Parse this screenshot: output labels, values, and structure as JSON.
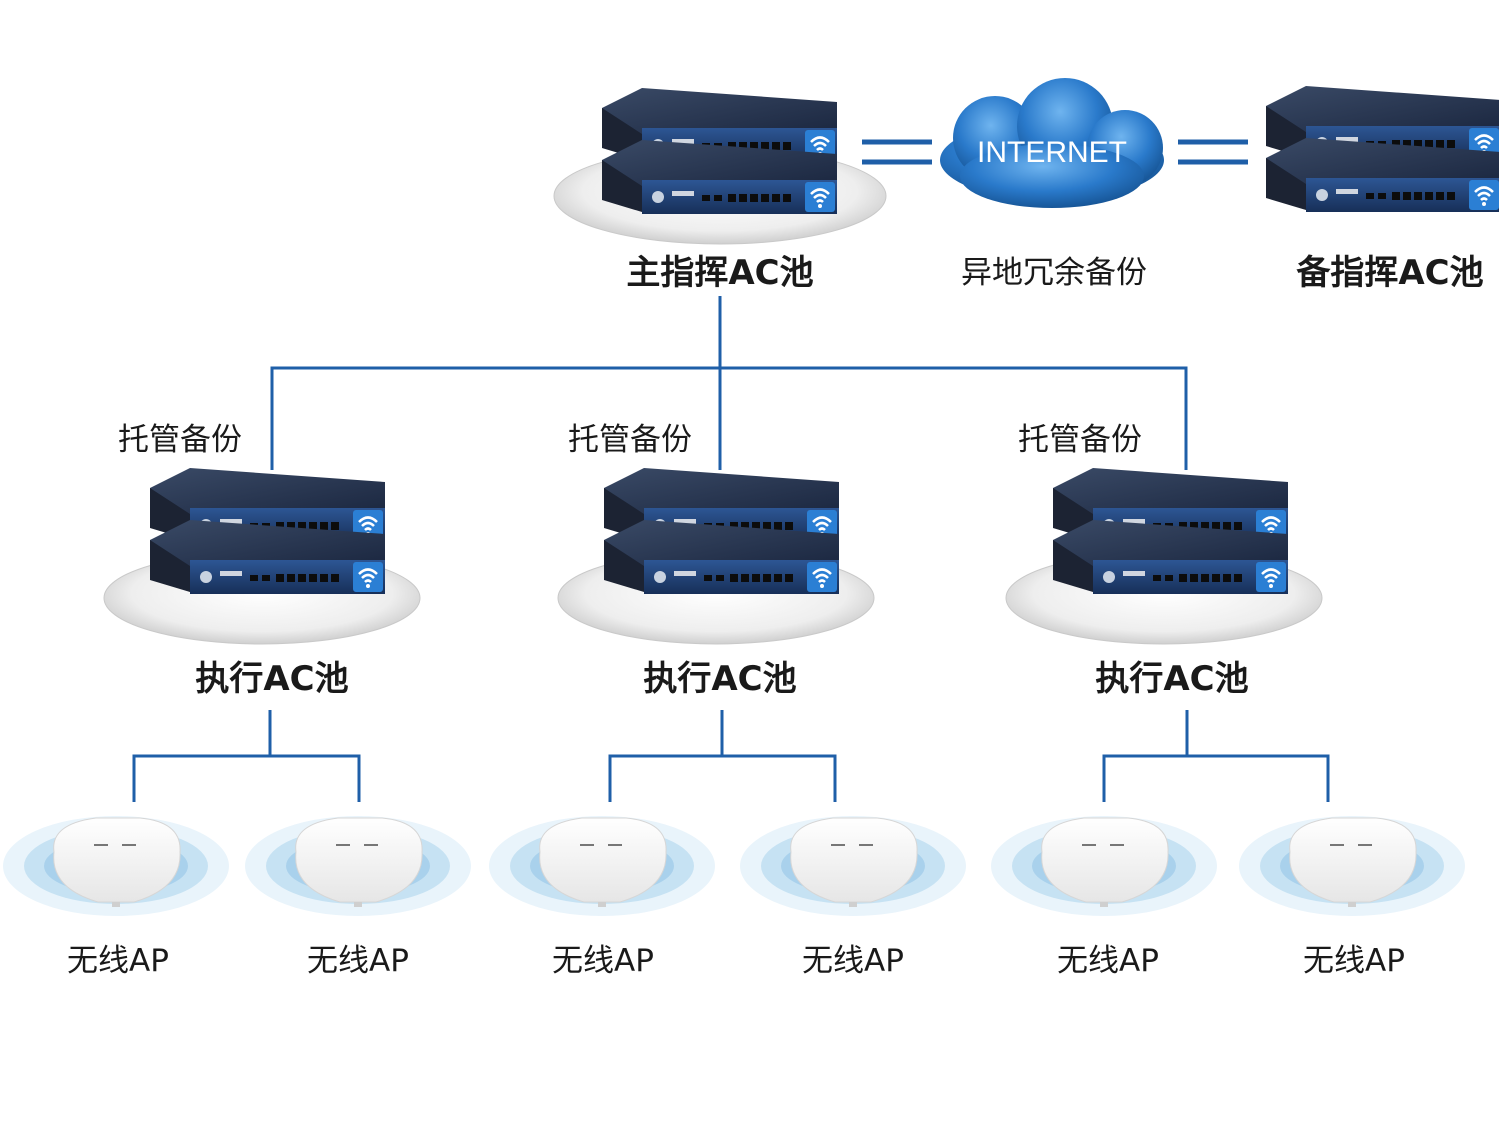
{
  "internet": {
    "label": "INTERNET",
    "caption": "异地冗余备份"
  },
  "main_pool": {
    "label": "主指挥AC池"
  },
  "backup_pool": {
    "label": "备指挥AC池"
  },
  "exec_pools": [
    {
      "label": "执行AC池",
      "caption": "托管备份",
      "aps": [
        {
          "label": "无线AP"
        },
        {
          "label": "无线AP"
        }
      ]
    },
    {
      "label": "执行AC池",
      "caption": "托管备份",
      "aps": [
        {
          "label": "无线AP"
        },
        {
          "label": "无线AP"
        }
      ]
    },
    {
      "label": "执行AC池",
      "caption": "托管备份",
      "aps": [
        {
          "label": "无线AP"
        },
        {
          "label": "无线AP"
        }
      ]
    }
  ],
  "colors": {
    "link": "#1f5fa8",
    "cloud": "#2a78c8",
    "device_front": "#1f3c6e",
    "wifi_badge": "#2b7fd4",
    "platform": "#e4e4e4"
  },
  "icons": {
    "device": "ac-controller-icon",
    "wifi": "wifi-icon",
    "ap": "access-point-icon",
    "cloud": "cloud-icon"
  }
}
